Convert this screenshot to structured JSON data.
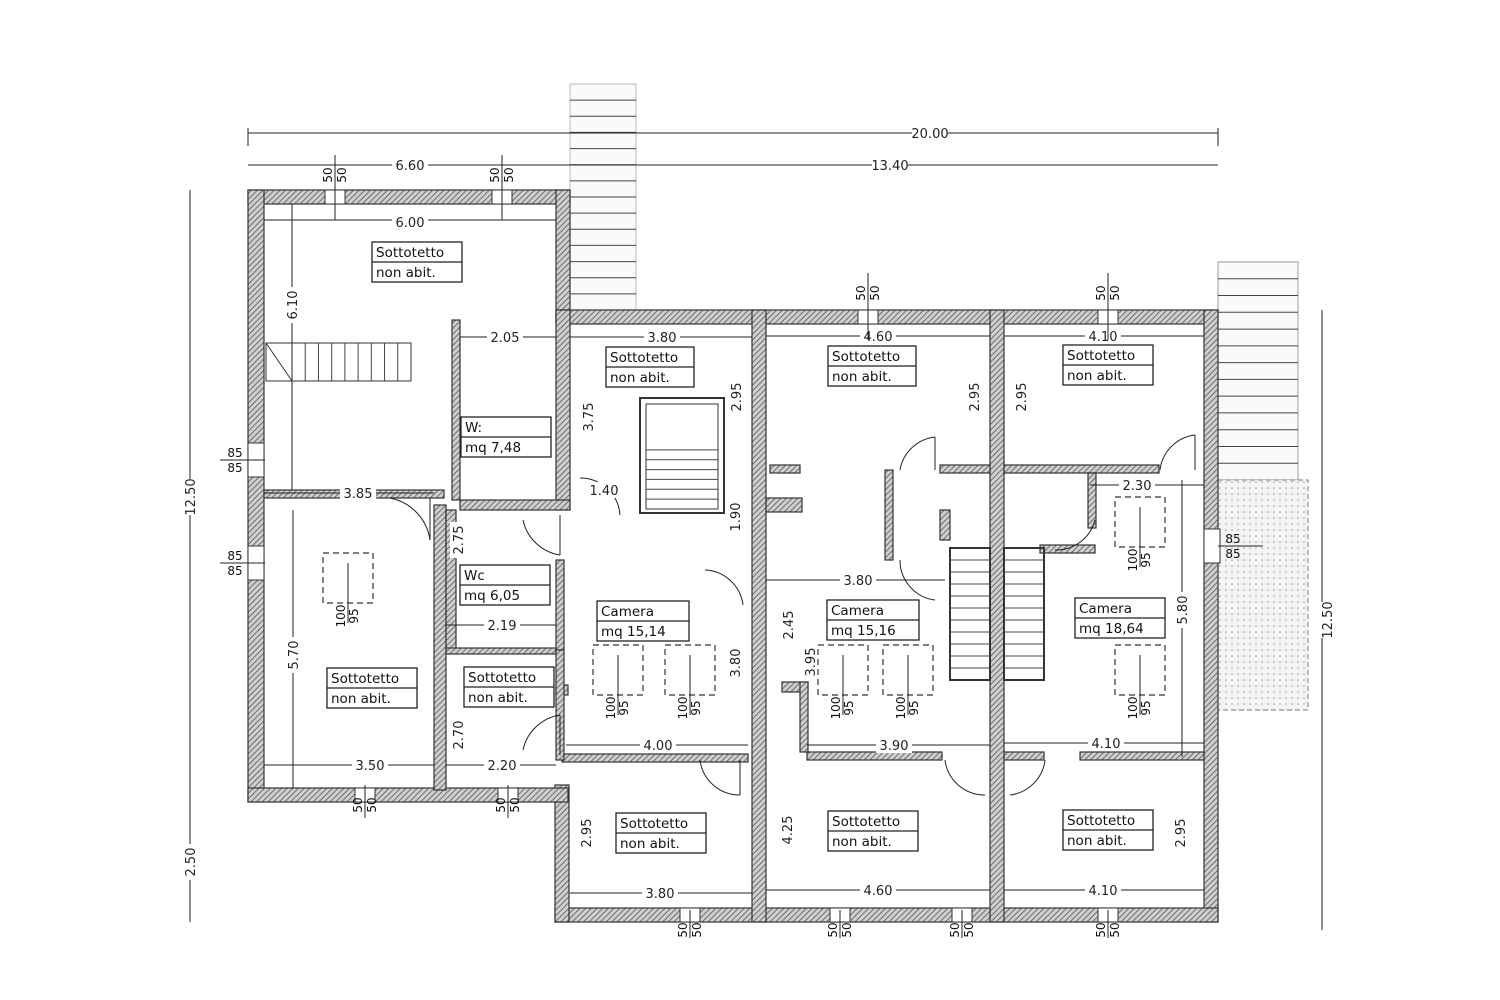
{
  "rooms": [
    {
      "title": "Sottotetto",
      "sub": "non abit."
    },
    {
      "title": "Sottotetto",
      "sub": "non abit."
    },
    {
      "title": "Sottotetto",
      "sub": "non abit."
    },
    {
      "title": "Sottotetto",
      "sub": "non abit."
    },
    {
      "title": "W:",
      "sub": "mq 7,48"
    },
    {
      "title": "Wc",
      "sub": "mq 6,05"
    },
    {
      "title": "Camera",
      "sub": "mq 15,14"
    },
    {
      "title": "Camera",
      "sub": "mq 15,16"
    },
    {
      "title": "Camera",
      "sub": "mq 18,64"
    },
    {
      "title": "Sottotetto",
      "sub": "non abit."
    },
    {
      "title": "Sottotetto",
      "sub": "non abit."
    },
    {
      "title": "Sottotetto",
      "sub": "non abit."
    },
    {
      "title": "Sottotetto",
      "sub": "non abit."
    },
    {
      "title": "Sottotetto",
      "sub": "non abit."
    }
  ],
  "dimensions": [
    "20.00",
    "13.40",
    "6.60",
    "6.00",
    "6.10",
    "2.05",
    "3.80",
    "4.60",
    "4.10",
    "3.75",
    "2.95",
    "2.95",
    "2.95",
    "1.40",
    "1.90",
    "3.85",
    "2.75",
    "5.70",
    "2.19",
    "3.80",
    "3.80",
    "2.45",
    "3.95",
    "5.80",
    "2.30",
    "2.70",
    "3.50",
    "2.20",
    "4.00",
    "3.90",
    "4.10",
    "4.25",
    "2.95",
    "3.80",
    "4.60",
    "4.10",
    "2.95",
    "12.50",
    "2.50",
    "12.50"
  ],
  "windows": [
    {
      "a": "50",
      "b": "50"
    },
    {
      "a": "50",
      "b": "50"
    },
    {
      "a": "50",
      "b": "50"
    },
    {
      "a": "50",
      "b": "50"
    },
    {
      "a": "50",
      "b": "50"
    },
    {
      "a": "50",
      "b": "50"
    },
    {
      "a": "50",
      "b": "50"
    },
    {
      "a": "50",
      "b": "50"
    },
    {
      "a": "50",
      "b": "50"
    },
    {
      "a": "50",
      "b": "50"
    },
    {
      "a": "85",
      "b": "85"
    },
    {
      "a": "85",
      "b": "85"
    },
    {
      "a": "85",
      "b": "85"
    }
  ],
  "skylights": [
    {
      "a": "100",
      "b": "95"
    },
    {
      "a": "100",
      "b": "95"
    },
    {
      "a": "100",
      "b": "95"
    },
    {
      "a": "100",
      "b": "95"
    },
    {
      "a": "100",
      "b": "95"
    },
    {
      "a": "100",
      "b": "95"
    },
    {
      "a": "100",
      "b": "95"
    }
  ]
}
